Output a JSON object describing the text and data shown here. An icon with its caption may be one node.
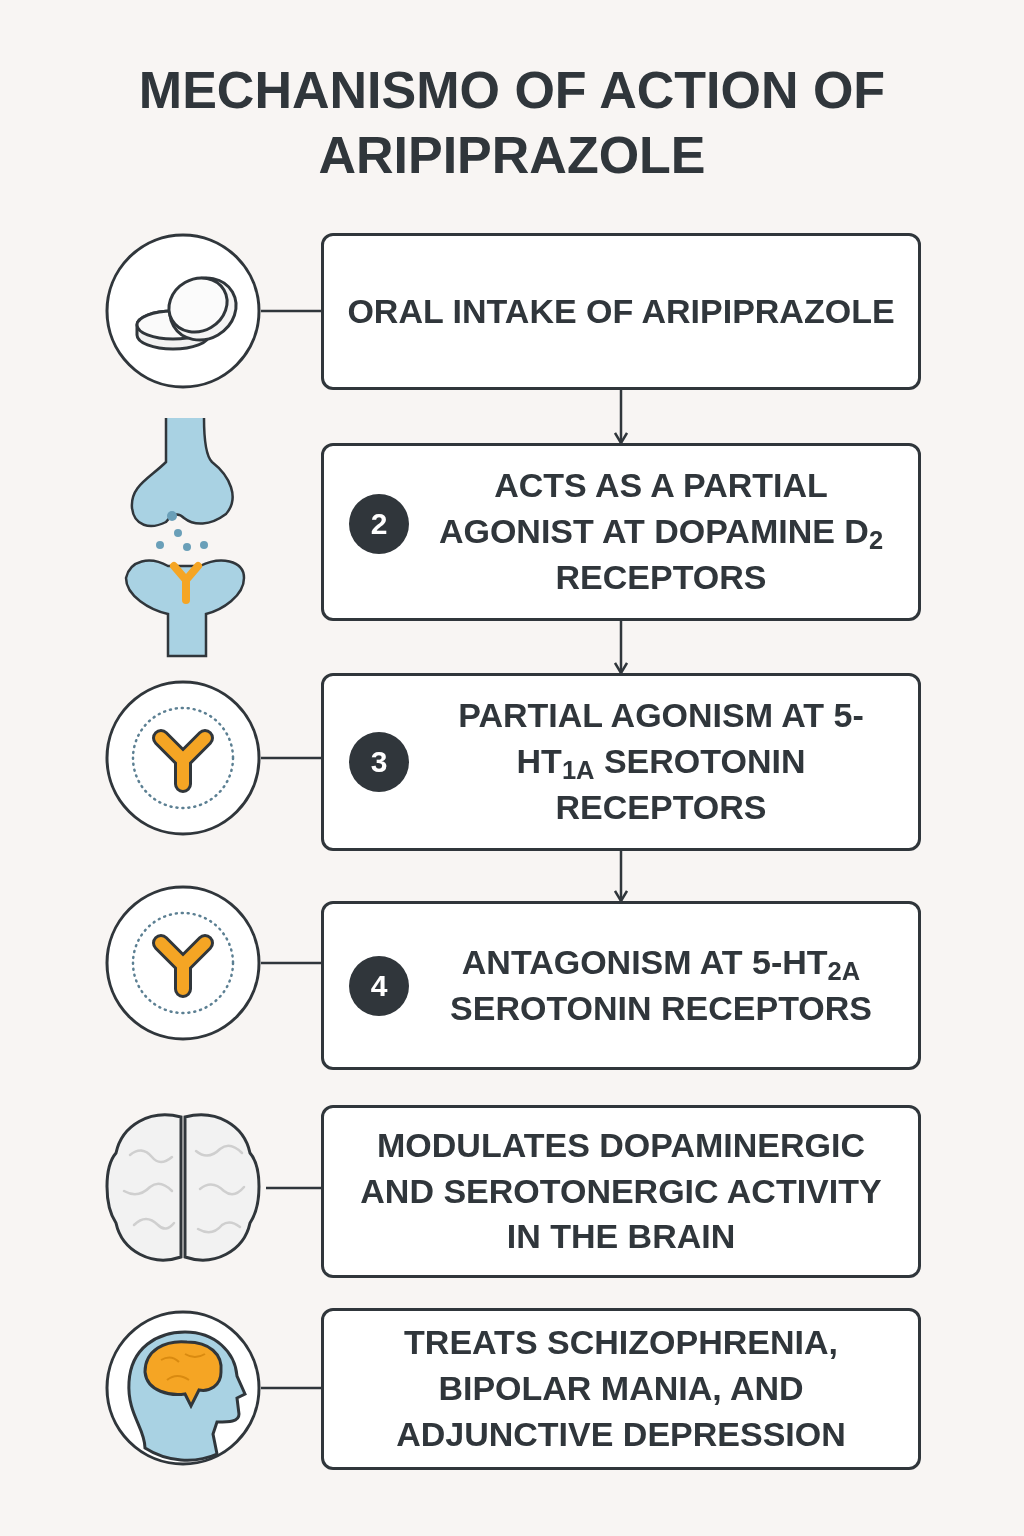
{
  "diagram": {
    "title": "MECHANISMO OF ACTION OF ARIPIPRAZOLE",
    "nodes": [
      {
        "text": [],
        "shape": "picture"
      },
      {
        "text": [
          "ORAL INTAKE OF ARIPIPRAZOLE"
        ]
      },
      {
        "text": [
          "ACTS AS A PARTIAL AGONIST AT DOPAMINE D$_{2}$ RECEPTORS"
        ]
      },
      {
        "text": [
          "2"
        ],
        "in": 2
      },
      {
        "text": [],
        "shape": "picture"
      },
      {
        "text": [
          "PARTIAL AGONISM AT 5-HT$_{1A}$ SEROTONIN RECEPTORS"
        ]
      },
      {
        "text": [
          "3"
        ],
        "in": 5
      },
      {
        "text": [],
        "shape": "picture"
      },
      {
        "text": [
          "ANTAGONISM AT 5-HT$_{2A}$ SEROTONIN RECEPTORS"
        ]
      },
      {
        "text": [
          "4"
        ],
        "in": 8
      },
      {
        "text": [],
        "shape": "picture"
      },
      {
        "text": [
          "MODULATES DOPAMINERGIC AND SEROTONERGIC ACTIVITY IN THE BRAIN"
        ]
      },
      {
        "text": [],
        "shape": "picture"
      },
      {
        "text": [
          "TREATS SCHIZOPHRENIA, BIPOLAR MANIA, AND ADJUNCTIVE DEPRESSION"
        ]
      }
    ],
    "edges": [
      {
        "from": 0,
        "to": 1,
        "arrow": "none"
      },
      {
        "from": 1,
        "to": 2,
        "arrow": "to"
      },
      {
        "from": 2,
        "to": 5,
        "arrow": "to"
      },
      {
        "from": 4,
        "to": 5,
        "arrow": "none"
      },
      {
        "from": 5,
        "to": 8,
        "arrow": "to"
      },
      {
        "from": 7,
        "to": 8,
        "arrow": "none"
      },
      {
        "from": 10,
        "to": 11,
        "arrow": "none"
      },
      {
        "from": 12,
        "to": 13,
        "arrow": "none"
      }
    ]
  }
}
